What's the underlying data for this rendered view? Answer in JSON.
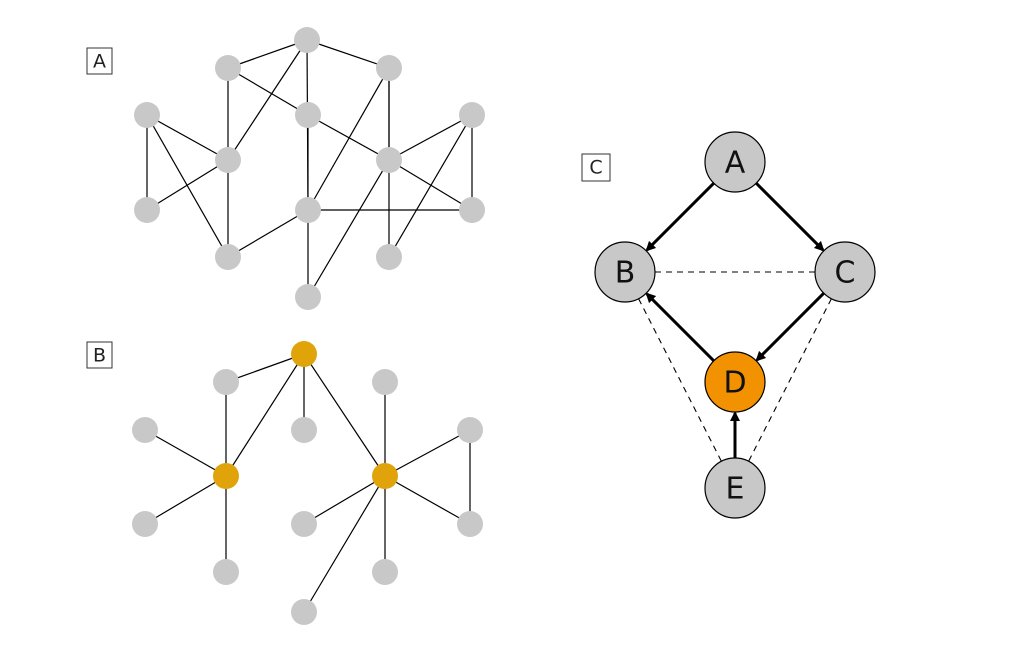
{
  "panels": {
    "a": {
      "label": "A"
    },
    "b": {
      "label": "B"
    },
    "c": {
      "label": "C"
    }
  },
  "colors": {
    "node_gray": "#c8c8c8",
    "hub_gold": "#e0a40a",
    "highlight_orange": "#f39200",
    "edge_black": "#000000"
  },
  "dag": {
    "nodes": [
      {
        "id": "A",
        "label": "A",
        "highlight": false
      },
      {
        "id": "B",
        "label": "B",
        "highlight": false
      },
      {
        "id": "C",
        "label": "C",
        "highlight": false
      },
      {
        "id": "D",
        "label": "D",
        "highlight": true
      },
      {
        "id": "E",
        "label": "E",
        "highlight": false
      }
    ],
    "directed_edges": [
      {
        "from": "A",
        "to": "B"
      },
      {
        "from": "A",
        "to": "C"
      },
      {
        "from": "C",
        "to": "D"
      },
      {
        "from": "D",
        "to": "B"
      },
      {
        "from": "E",
        "to": "D"
      }
    ],
    "dashed_edges": [
      {
        "from": "B",
        "to": "C"
      },
      {
        "from": "B",
        "to": "E"
      },
      {
        "from": "C",
        "to": "E"
      }
    ]
  }
}
